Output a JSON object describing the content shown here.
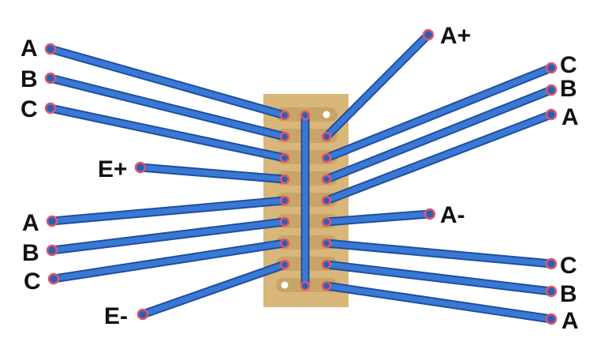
{
  "colors": {
    "board": "#d9b77a",
    "board_dark": "#b9985c",
    "wire": "#3a78d6",
    "wire_edge": "#1f4f9e",
    "pin": "#e0566a",
    "hole": "#ffffff"
  },
  "labels": {
    "left_a1": "A",
    "left_b1": "B",
    "left_c1": "C",
    "left_eplus": "E+",
    "left_a2": "A",
    "left_b2": "B",
    "left_c2": "C",
    "left_eminus": "E-",
    "right_aplus": "A+",
    "right_c1": "C",
    "right_b1": "B",
    "right_a1": "A",
    "right_aminus": "A-",
    "right_c2": "C",
    "right_b2": "B",
    "right_a2": "A"
  }
}
